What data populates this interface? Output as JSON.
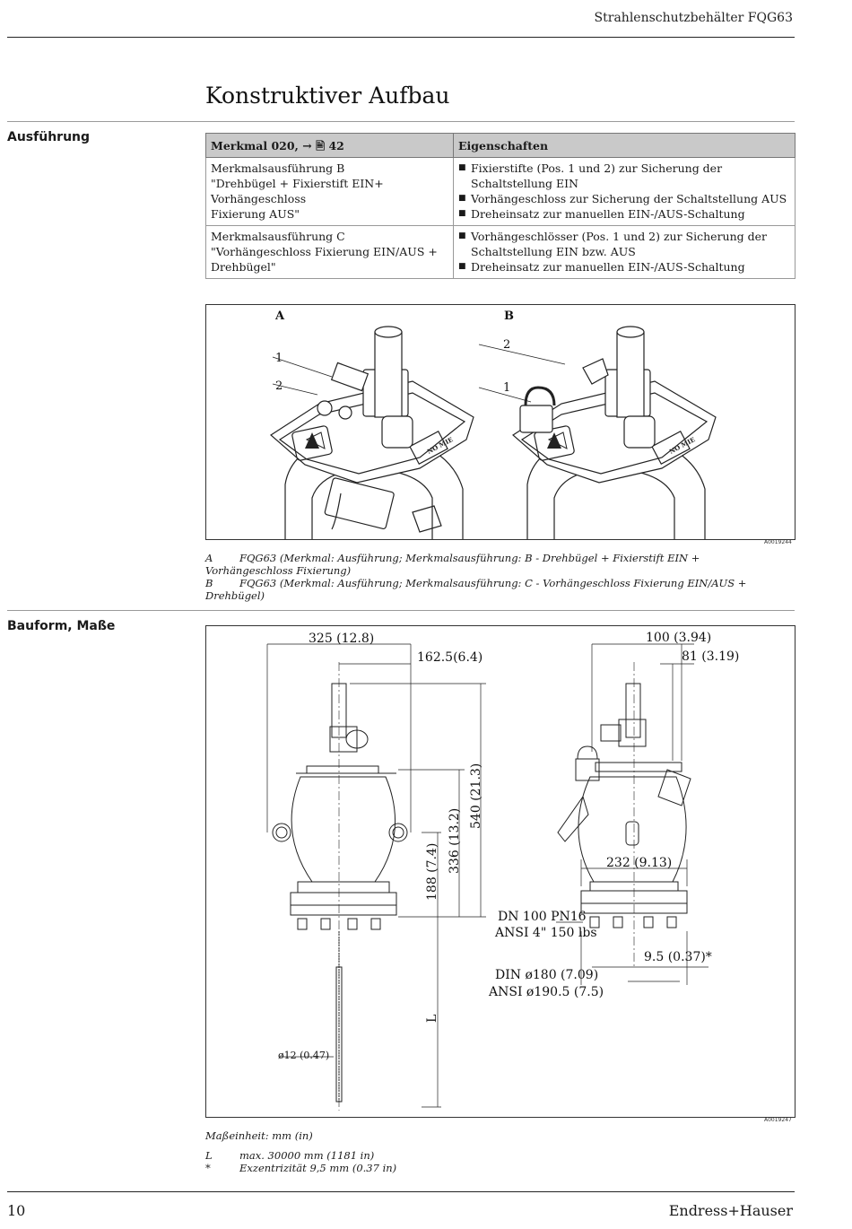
{
  "header": {
    "doc_title": "Strahlenschutzbehälter FQG63"
  },
  "section": {
    "title": "Konstruktiver Aufbau"
  },
  "ausfuehrung": {
    "side_label": "Ausführung",
    "table": {
      "headers": [
        "Merkmal 020, → 🖹 42",
        "Eigenschaften"
      ],
      "rows": [
        {
          "col1": [
            "Merkmalsausführung B",
            "\"Drehbügel + Fixierstift EIN+ Vorhängeschloss",
            "Fixierung AUS\""
          ],
          "bullets": [
            "Fixierstifte (Pos. 1 und 2) zur Sicherung der Schaltstellung EIN",
            "Vorhängeschloss zur Sicherung der Schaltstellung AUS",
            "Dreheinsatz zur manuellen EIN-/AUS-Schaltung"
          ]
        },
        {
          "col1": [
            "Merkmalsausführung C",
            "\"Vorhängeschloss Fixierung EIN/AUS +",
            "Drehbügel\""
          ],
          "bullets": [
            "Vorhängeschlösser (Pos. 1 und 2) zur Sicherung der Schaltstellung EIN bzw. AUS",
            "Dreheinsatz zur manuellen EIN-/AUS-Schaltung"
          ]
        }
      ]
    },
    "figure": {
      "label_a": "A",
      "label_b": "B",
      "callouts_a": [
        "1",
        "2"
      ],
      "callouts_b": [
        "2",
        "1"
      ],
      "code": "A0019244",
      "sign_text": "NO MIE",
      "captions": [
        {
          "key": "A",
          "text": "FQG63 (Merkmal: Ausführung; Merkmalsausführung: B - Drehbügel + Fixierstift EIN + Vorhängeschloss Fixierung)"
        },
        {
          "key": "B",
          "text": "FQG63 (Merkmal: Ausführung; Merkmalsausführung: C - Vorhängeschloss Fixierung EIN/AUS + Drehbügel)"
        }
      ]
    }
  },
  "bauform": {
    "side_label": "Bauform, Maße",
    "figure": {
      "code": "A0019247",
      "dims": {
        "w325": "325 (12.8)",
        "w1625": "162.5(6.4)",
        "h540": "540 (21.3)",
        "h336": "336 (13.2)",
        "h188": "188 (7.4)",
        "L": "L",
        "d12": "ø12 (0.47)",
        "w100": "100 (3.94)",
        "w81": "81 (3.19)",
        "w232": "232 (9.13)",
        "dn1": "DN 100 PN16",
        "dn2": "ANSI 4\" 150 lbs",
        "e95": "9.5 (0.37)*",
        "din": "DIN ø180 (7.09)",
        "ansi": "ANSI ø190.5 (7.5)"
      }
    },
    "unit_note": "Maßeinheit: mm (in)",
    "notes": [
      {
        "key": "L",
        "text": "max. 30000 mm (1181 in)"
      },
      {
        "key": "*",
        "text": "Exzentrizität 9,5 mm (0.37 in)"
      }
    ]
  },
  "footer": {
    "page": "10",
    "brand": "Endress+Hauser"
  }
}
